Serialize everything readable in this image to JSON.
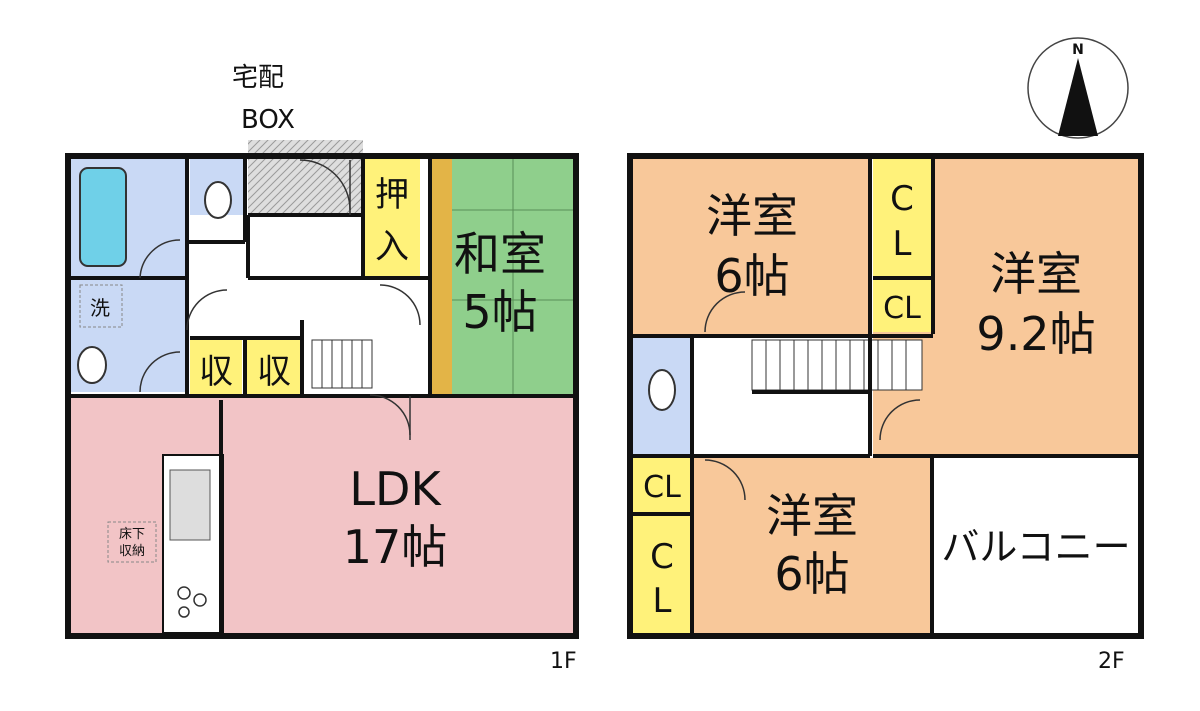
{
  "floor1": {
    "label": "1F",
    "delivery_box": [
      "宅配",
      "BOX"
    ],
    "washroom": "洗",
    "storage_1": "収",
    "storage_2": "収",
    "closet": [
      "押",
      "入"
    ],
    "japanese_room": [
      "和室",
      "5帖"
    ],
    "ldk": [
      "LDK",
      "17帖"
    ],
    "underfloor_storage": [
      "床下",
      "収納"
    ]
  },
  "floor2": {
    "label": "2F",
    "room_a": [
      "洋室",
      "6帖"
    ],
    "room_b": [
      "洋室",
      "9.2帖"
    ],
    "room_c": [
      "洋室",
      "6帖"
    ],
    "cl_vertical_top": [
      "C",
      "L"
    ],
    "cl_small_top": "CL",
    "cl_small_bottom": "CL",
    "cl_vertical_bottom": [
      "C",
      "L"
    ],
    "balcony": "バルコニー"
  },
  "compass": {
    "north": "N"
  },
  "colors": {
    "wall": "#111111",
    "bath": "#c9d9f5",
    "japanese_room": "#8fcf8c",
    "tatami_edge": "#e3b447",
    "storage": "#fff27a",
    "ldk": "#f2c4c6",
    "western_room": "#f8c89a",
    "balcony": "#ffffff",
    "hall": "#ffffff",
    "entrance_hatch": "#cfcfcf"
  }
}
